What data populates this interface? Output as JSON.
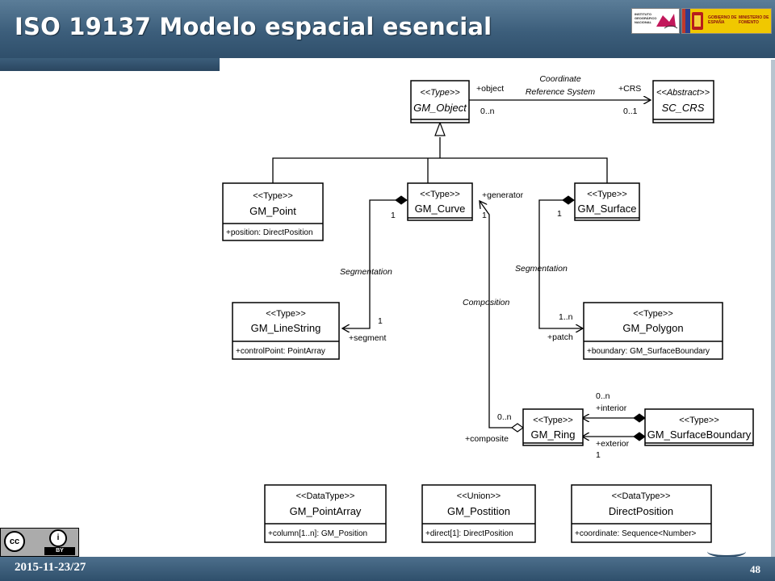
{
  "header": {
    "title": "ISO 19137 Modelo espacial esencial",
    "logo_left_text": "INSTITUTO GEOGRÁFICO NACIONAL",
    "logo_right_text_1": "GOBIERNO DE ESPAÑA",
    "logo_right_text_2": "MINISTERIO DE FOMENTO"
  },
  "footer": {
    "date": "2015-11-23/27",
    "page": "48"
  },
  "license": {
    "badge": "BY"
  },
  "diagram": {
    "classes": {
      "gm_object": {
        "stereotype": "<<Type>>",
        "name": "GM_Object",
        "attribute": ""
      },
      "sc_crs": {
        "stereotype": "<<Abstract>>",
        "name": "SC_CRS",
        "attribute": ""
      },
      "gm_point": {
        "stereotype": "<<Type>>",
        "name": "GM_Point",
        "attribute": "+position: DirectPosition"
      },
      "gm_curve": {
        "stereotype": "<<Type>>",
        "name": "GM_Curve",
        "attribute": ""
      },
      "gm_surface": {
        "stereotype": "<<Type>>",
        "name": "GM_Surface",
        "attribute": ""
      },
      "gm_linestring": {
        "stereotype": "<<Type>>",
        "name": "GM_LineString",
        "attribute": "+controlPoint: PointArray"
      },
      "gm_polygon": {
        "stereotype": "<<Type>>",
        "name": "GM_Polygon",
        "attribute": "+boundary: GM_SurfaceBoundary"
      },
      "gm_ring": {
        "stereotype": "<<Type>>",
        "name": "GM_Ring",
        "attribute": ""
      },
      "gm_surfaceboundary": {
        "stereotype": "<<Type>>",
        "name": "GM_SurfaceBoundary",
        "attribute": ""
      },
      "gm_pointarray": {
        "stereotype": "<<DataType>>",
        "name": "GM_PointArray",
        "attribute": "+column[1..n]: GM_Position"
      },
      "gm_position": {
        "stereotype": "<<Union>>",
        "name": "GM_Postition",
        "attribute": "+direct[1]: DirectPosition"
      },
      "directposition": {
        "stereotype": "<<DataType>>",
        "name": "DirectPosition",
        "attribute": "+coordinate: Sequence<Number>"
      }
    },
    "labels": {
      "crs_assoc_1": "Coordinate",
      "crs_assoc_2": "Reference System",
      "role_object": "+object",
      "mult_object": "0..n",
      "role_crs": "+CRS",
      "mult_crs": "0..1",
      "curve_mult_1": "1",
      "generator": "+generator",
      "generator_mult": "1",
      "surface_mult_1": "1",
      "segmentation_left": "Segmentation",
      "segmentation_right": "Segmentation",
      "segment_mult": "1",
      "segment_role": "+segment",
      "composition": "Composition",
      "patch_mult": "1..n",
      "patch_role": "+patch",
      "composite_mult": "0..n",
      "composite_role": "+composite",
      "interior_mult": "0..n",
      "interior_role": "+interior",
      "exterior_role": "+exterior",
      "exterior_mult": "1"
    }
  }
}
